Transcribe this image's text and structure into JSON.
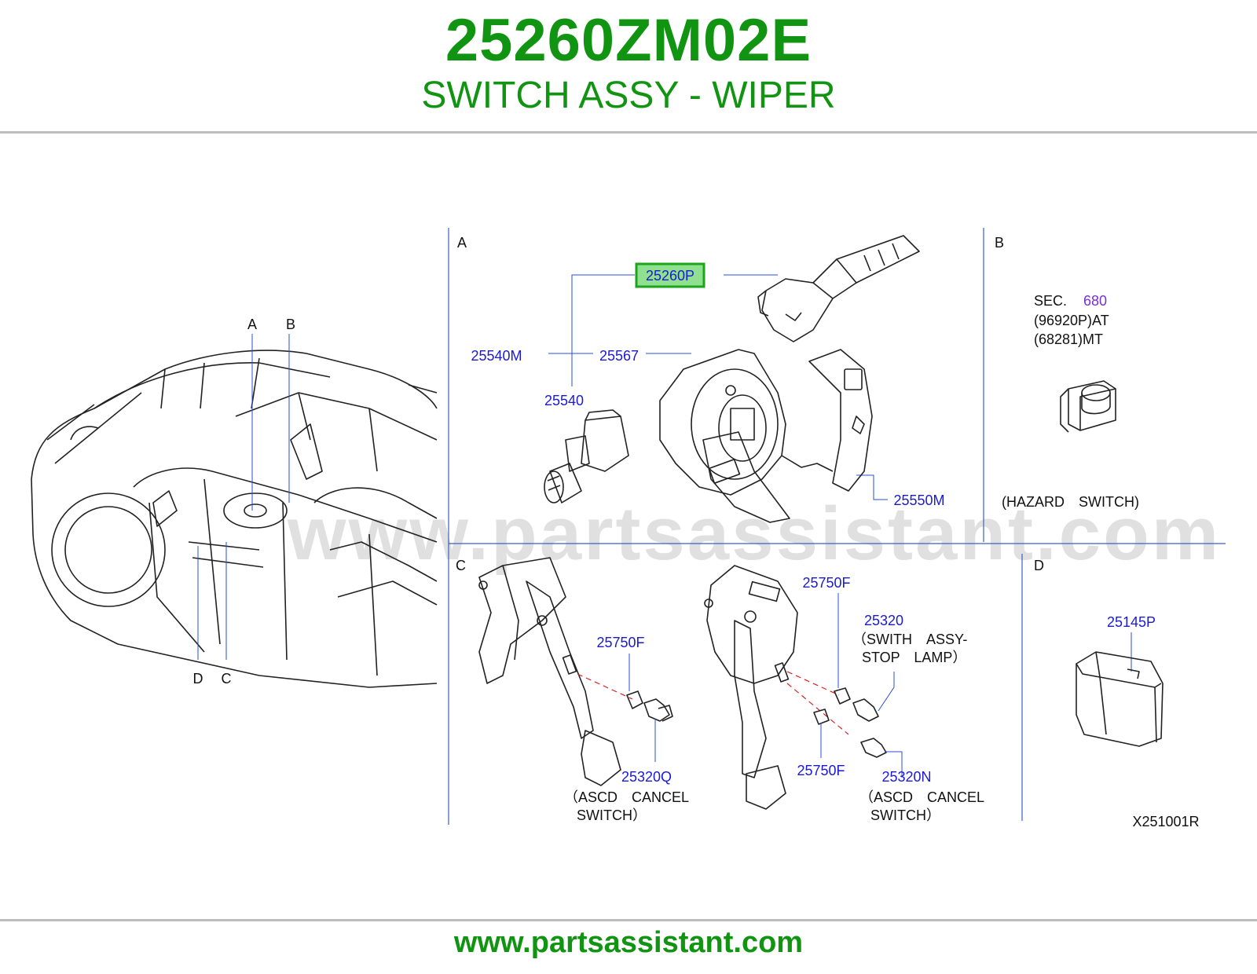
{
  "header": {
    "part_number": "25260ZM02E",
    "part_name": "SWITCH ASSY - WIPER"
  },
  "footer": {
    "url": "www.partsassistant.com"
  },
  "diagram": {
    "watermark": "www.partsassistant.com",
    "overview_labels": {
      "a": "A",
      "b": "B",
      "c": "C",
      "d": "D"
    },
    "section_labels": {
      "a": "A",
      "b": "B",
      "c": "C",
      "d": "D"
    },
    "section_a": {
      "highlighted_part": "25260P",
      "parts": {
        "p25540m": "25540M",
        "p25567": "25567",
        "p25540": "25540",
        "p25550m": "25550M"
      }
    },
    "section_b": {
      "sec_prefix": "SEC.",
      "sec_number": "680",
      "line_at": "(96920P)AT",
      "line_mt": "(68281)MT",
      "caption": "(HAZARD　SWITCH)"
    },
    "section_c": {
      "parts": {
        "p25750f_left": "25750F",
        "p25320q": "25320Q",
        "p25750f_top": "25750F",
        "p25320": "25320",
        "p25750f_bottom": "25750F",
        "p25320n": "25320N"
      },
      "notes": {
        "ascd_left_1": "（ASCD　CANCEL",
        "ascd_left_2": "SWITCH）",
        "stop_lamp_1": "（SWITH　ASSY-",
        "stop_lamp_2": "STOP　LAMP）",
        "ascd_right_1": "（ASCD　CANCEL",
        "ascd_right_2": "SWITCH）"
      }
    },
    "section_d": {
      "parts": {
        "p25145p": "25145P"
      },
      "drawing_code": "X251001R"
    },
    "colors": {
      "title_green": "#119411",
      "highlight_green": "#1aa51a",
      "highlight_fill": "#8fe08f",
      "callout_blue": "#1a1ad4",
      "section_ref_purple": "#7a2fd4"
    }
  }
}
